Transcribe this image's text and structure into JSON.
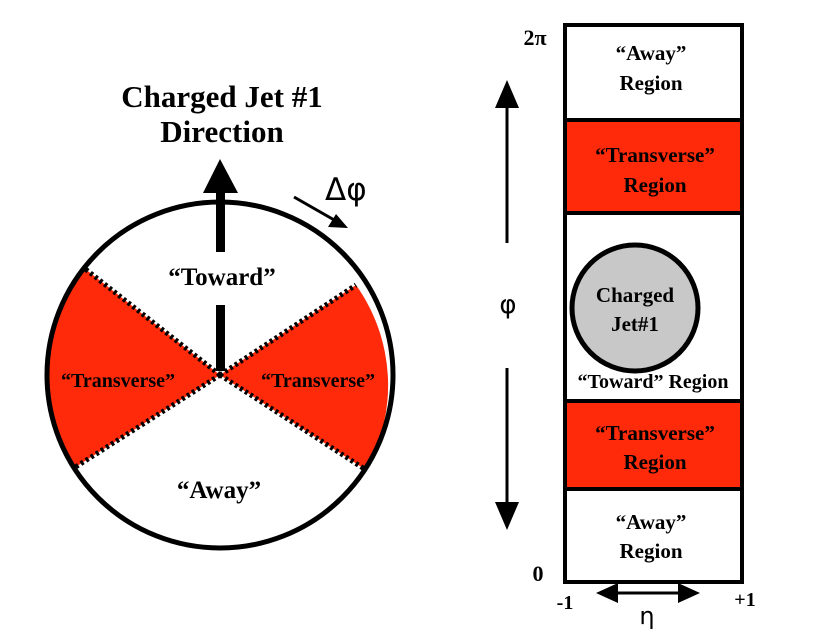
{
  "colors": {
    "transverse_fill": "#ff2a0a",
    "stroke": "#000000",
    "jet_fill": "#c8c8c8",
    "text_on_red": "#ffffff",
    "text": "#000000"
  },
  "left_diagram": {
    "title_line1": "Charged Jet #1",
    "title_line2": "Direction",
    "delta_phi_label": "Δφ",
    "toward_label": "“Toward”",
    "away_label": "“Away”",
    "transverse_left_label": "“Transverse”",
    "transverse_right_label": "“Transverse”"
  },
  "right_diagram": {
    "phi_max_label": "2π",
    "phi_min_label": "0",
    "phi_axis_label": "φ",
    "eta_axis_label": "η",
    "eta_min_label": "-1",
    "eta_max_label": "+1",
    "regions": [
      {
        "line1": "“Away”",
        "line2": "Region",
        "kind": "away"
      },
      {
        "line1": "“Transverse”",
        "line2": "Region",
        "kind": "transverse"
      },
      {
        "line1": "“Toward” Region",
        "line2": "",
        "kind": "toward"
      },
      {
        "line1": "“Transverse”",
        "line2": "Region",
        "kind": "transverse"
      },
      {
        "line1": "“Away”",
        "line2": "Region",
        "kind": "away"
      }
    ],
    "jet_line1": "Charged",
    "jet_line2": "Jet#1"
  }
}
